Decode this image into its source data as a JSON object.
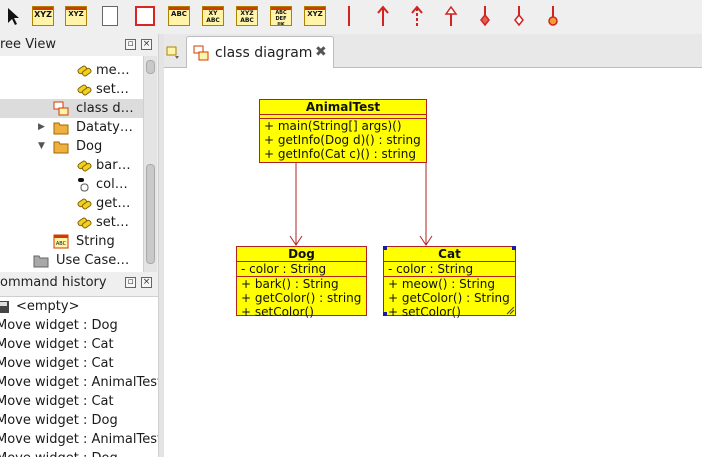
{
  "toolbar": {
    "tools": [
      {
        "icon": "select-arrow-icon"
      },
      {
        "icon": "class-icon",
        "label": "XYZ"
      },
      {
        "icon": "template-class-icon",
        "label": "XYZ"
      },
      {
        "icon": "note-icon"
      },
      {
        "icon": "box-icon"
      },
      {
        "icon": "abc-class-icon",
        "label": "ABC"
      },
      {
        "icon": "xy-abc-icon",
        "label": "XY ABC"
      },
      {
        "icon": "xyz-abc-icon",
        "label": "XYZ ABC"
      },
      {
        "icon": "entity-icon",
        "label": "ABC DEF IJK"
      },
      {
        "icon": "package-icon",
        "label": "XYZ"
      },
      {
        "icon": "line-icon"
      },
      {
        "icon": "association-arrow-icon"
      },
      {
        "icon": "dependency-arrow-icon"
      },
      {
        "icon": "generalization-arrow-icon"
      },
      {
        "icon": "composition-icon"
      },
      {
        "icon": "aggregation-icon"
      },
      {
        "icon": "containment-icon"
      }
    ],
    "accent_color": "#d22222"
  },
  "tree_view": {
    "title": "ree View",
    "items": [
      {
        "label": "me…",
        "icon": "operation-icon"
      },
      {
        "label": "set…",
        "icon": "operation-icon"
      },
      {
        "label": "class d…",
        "icon": "class-diagram-icon",
        "selected": true
      },
      {
        "label": "Dataty…",
        "icon": "folder-icon",
        "arrow": "▶"
      },
      {
        "label": "Dog",
        "icon": "folder-icon",
        "arrow": "▼"
      },
      {
        "label": "bar…",
        "icon": "operation-icon"
      },
      {
        "label": "col…",
        "icon": "attribute-icon"
      },
      {
        "label": "get…",
        "icon": "operation-icon"
      },
      {
        "label": "set…",
        "icon": "operation-icon"
      },
      {
        "label": "String",
        "icon": "class-icon"
      },
      {
        "label": "Use Case…",
        "icon": "folder-icon"
      }
    ]
  },
  "command_history": {
    "title": "ommand history",
    "items": [
      "<empty>",
      "Move widget : Dog",
      "Move widget : Cat",
      "Move widget : Cat",
      "Move widget : AnimalTest",
      "Move widget : Cat",
      "Move widget : Dog",
      "Move widget : AnimalTest",
      "Move widget : Dog"
    ]
  },
  "tab": {
    "label": "class diagram",
    "close": "✖"
  },
  "diagram": {
    "fill_color": "#ffff00",
    "border_color": "#b22222",
    "classes": [
      {
        "name": "AnimalTest",
        "attributes": [],
        "operations": [
          "+ main(String[] args)()",
          "+ getInfo(Dog d)() : string",
          "+ getInfo(Cat c)() : string"
        ]
      },
      {
        "name": "Dog",
        "attributes": [
          "- color : String"
        ],
        "operations": [
          "+ bark() : String",
          "+ getColor() : string",
          "+ setColor()"
        ]
      },
      {
        "name": "Cat",
        "attributes": [
          "- color : String"
        ],
        "operations": [
          "+ meow() : String",
          "+ getColor() : String",
          "+ setColor()"
        ],
        "selected": true
      }
    ]
  }
}
